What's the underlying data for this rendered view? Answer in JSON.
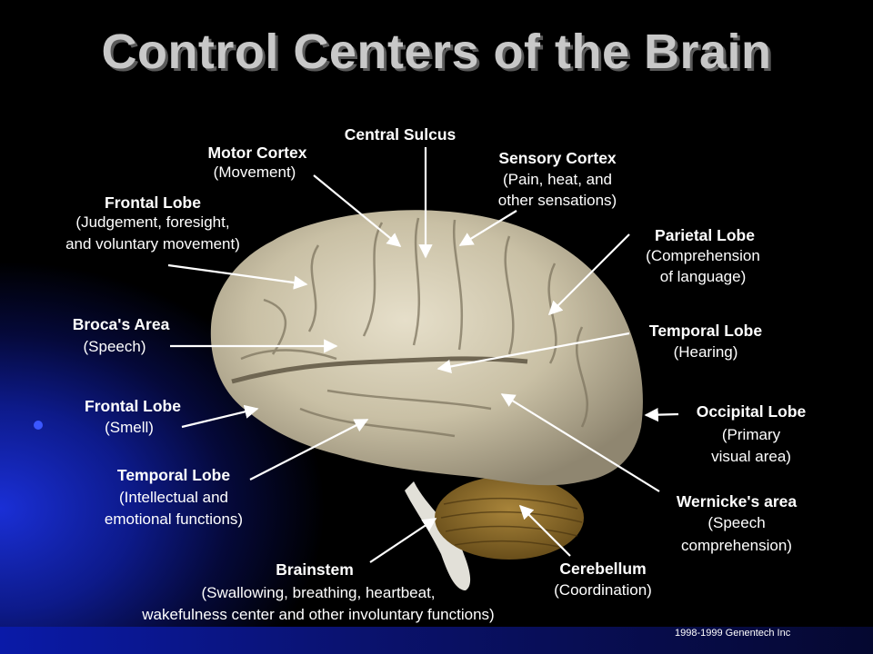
{
  "title": "Control Centers of the Brain",
  "labels": [
    {
      "id": "central-sulcus",
      "name": "Central Sulcus",
      "desc": []
    },
    {
      "id": "motor-cortex",
      "name": "Motor Cortex",
      "desc": [
        "(Movement)"
      ]
    },
    {
      "id": "sensory-cortex",
      "name": "Sensory Cortex",
      "desc": [
        "(Pain, heat, and",
        "other sensations)"
      ]
    },
    {
      "id": "frontal-lobe-upper",
      "name": "Frontal Lobe",
      "desc": [
        "(Judgement, foresight,",
        "and voluntary movement)"
      ]
    },
    {
      "id": "parietal-lobe",
      "name": "Parietal Lobe",
      "desc": [
        "(Comprehension",
        "of language)"
      ]
    },
    {
      "id": "brocas-area",
      "name": "Broca's Area",
      "desc": [
        "(Speech)"
      ]
    },
    {
      "id": "temporal-lobe-right",
      "name": "Temporal Lobe",
      "desc": [
        "(Hearing)"
      ]
    },
    {
      "id": "frontal-lobe-lower",
      "name": "Frontal Lobe",
      "desc": [
        "(Smell)"
      ]
    },
    {
      "id": "occipital-lobe",
      "name": "Occipital Lobe",
      "desc": [
        "(Primary",
        "visual area)"
      ]
    },
    {
      "id": "temporal-lobe-left",
      "name": "Temporal Lobe",
      "desc": [
        "(Intellectual and",
        "emotional functions)"
      ]
    },
    {
      "id": "wernickes-area",
      "name": "Wernicke's area",
      "desc": [
        "(Speech",
        "comprehension)"
      ]
    },
    {
      "id": "brainstem",
      "name": "Brainstem",
      "desc": [
        "(Swallowing, breathing, heartbeat,",
        "wakefulness center and other involuntary functions)"
      ]
    },
    {
      "id": "cerebellum",
      "name": "Cerebellum",
      "desc": [
        "(Coordination)"
      ]
    }
  ],
  "copyright": "1998-1999 Genentech Inc",
  "colors": {
    "background": "#000000",
    "title": "#c8c8c8",
    "label": "#ffffff",
    "accent_blue": "#1a2fd6",
    "brain": "#cfc6ad",
    "cerebellum": "#8a6a2a"
  }
}
